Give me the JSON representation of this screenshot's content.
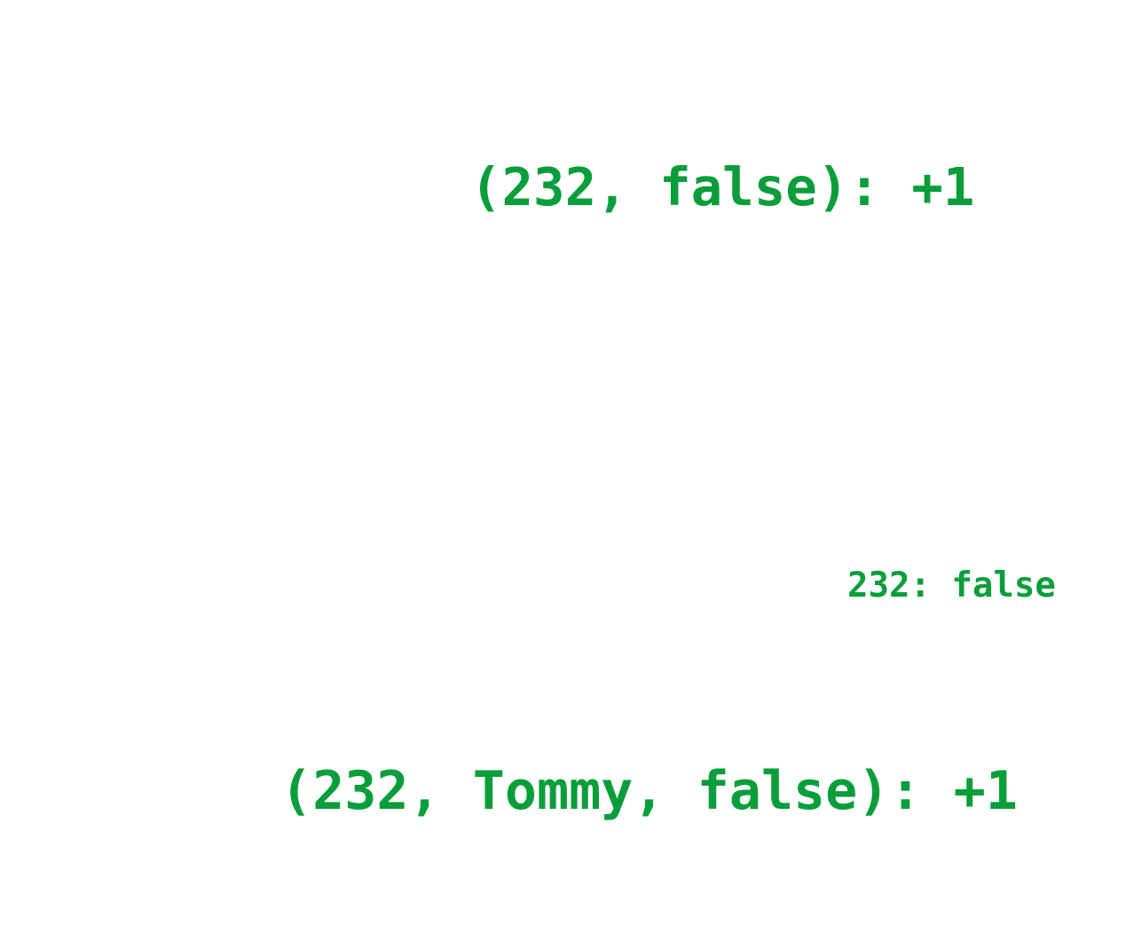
{
  "colors": {
    "text": "#0a9e3a",
    "background": "#ffffff"
  },
  "labels": {
    "top": "(232, false): +1",
    "middle": "232: false",
    "bottom": "(232, Tommy, false): +1"
  }
}
